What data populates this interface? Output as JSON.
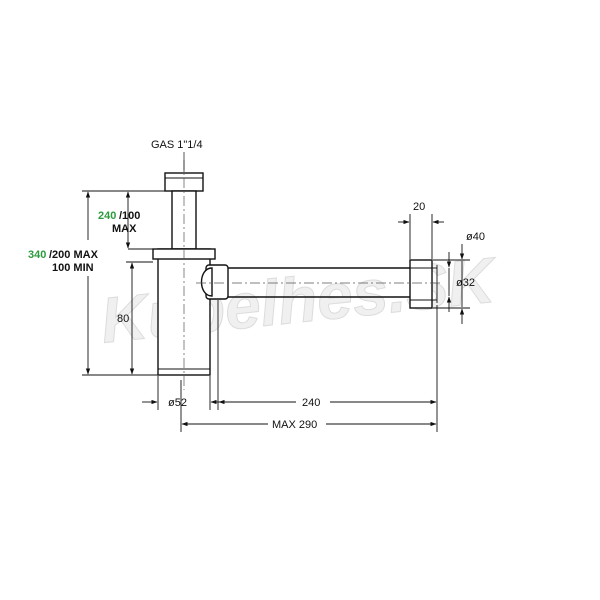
{
  "colors": {
    "accent": "#2e9a3e",
    "line": "#111111"
  },
  "watermark": {
    "text": "Küpelhes.SK"
  },
  "labels": {
    "gas_thread": "GAS 1\"1/4",
    "dim_20": "20",
    "dim_d40": "ø40",
    "dim_d32": "ø32",
    "dim_d52": "ø52",
    "dim_80": "80",
    "dim_240": "240",
    "dim_max290": "MAX 290",
    "h1_green": "240",
    "h1_rest": "/100",
    "h1_line2": "MAX",
    "h2_green": "340",
    "h2_rest": "/200 MAX",
    "h2_line2": "100 MIN"
  }
}
